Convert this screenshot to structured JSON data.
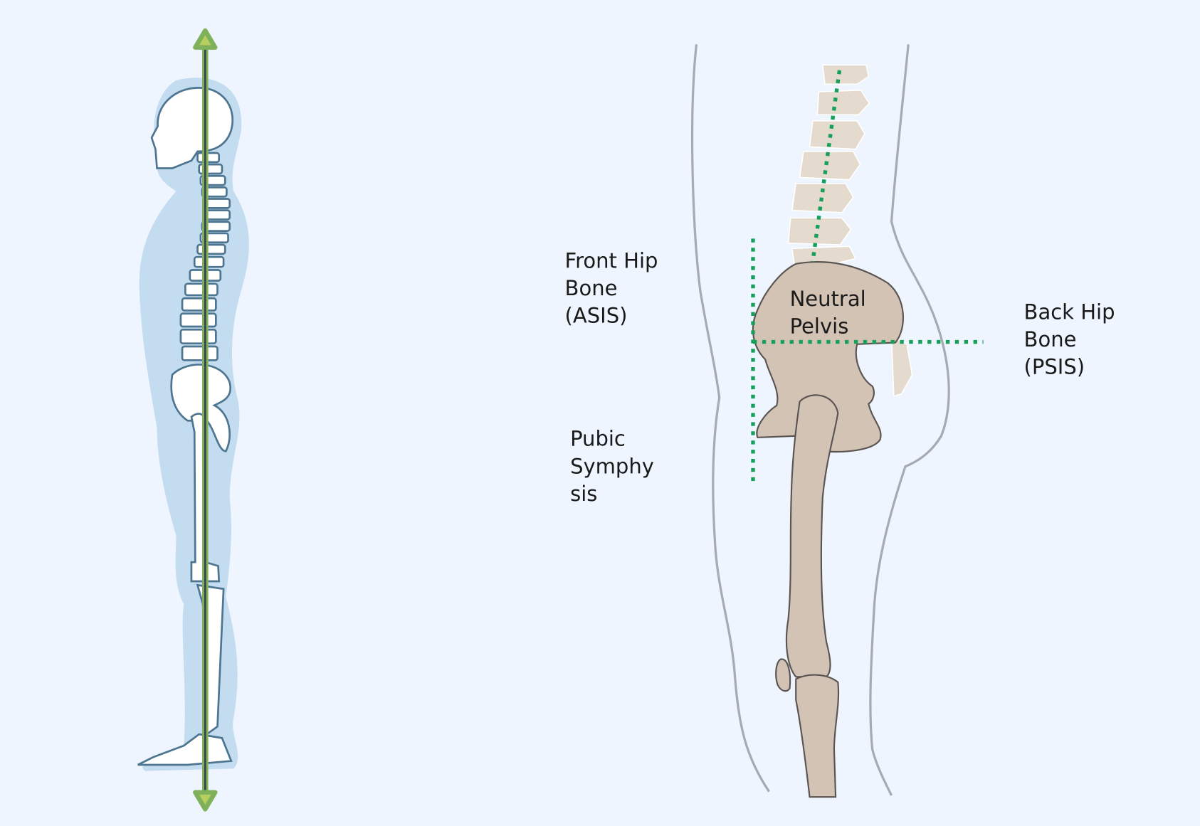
{
  "labels": {
    "front_hip": [
      "Front Hip",
      "Bone",
      "(ASIS)"
    ],
    "back_hip": [
      "Back Hip",
      "Bone",
      "(PSIS)"
    ],
    "pubic": [
      "Pubic",
      "Symphy",
      "sis"
    ],
    "pelvis": [
      "Neutral",
      "Pelvis"
    ]
  },
  "colors": {
    "background": "#eef5fe",
    "body_silhouette": "#c3dcef",
    "plumb_line": "#7fb05a",
    "alignment_dots": "#16a05a",
    "bone": "#d3c3b5"
  }
}
